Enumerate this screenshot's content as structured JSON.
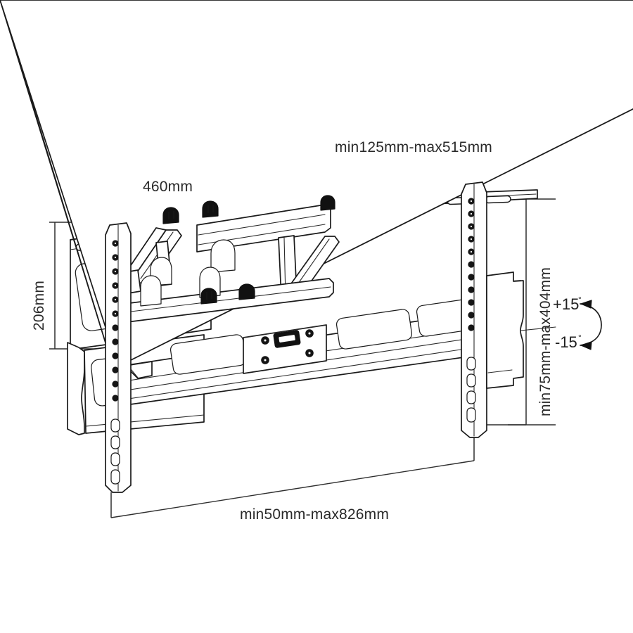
{
  "drawing": {
    "title": "TV Wall Mount Bracket Technical Drawing",
    "background_color": "#ffffff",
    "line_color": "#1a1a1a",
    "text_color": "#2a2a2a"
  },
  "dimensions": {
    "depth": {
      "label": "min125mm-max515mm",
      "name": "depth-extension-dimension"
    },
    "plate_width": {
      "label": "460mm",
      "name": "wall-plate-width-dimension"
    },
    "plate_height": {
      "label": "206mm",
      "name": "wall-plate-height-dimension"
    },
    "vesa_vertical": {
      "label": "min75mm-max404mm",
      "name": "vesa-vertical-range-dimension"
    },
    "vesa_horizontal": {
      "label": "min50mm-max826mm",
      "name": "vesa-horizontal-range-dimension"
    }
  },
  "tilt": {
    "up": "+15",
    "down": "-15",
    "degree_symbol": "°",
    "arrow_name": "tilt-range-arrow"
  },
  "parts": {
    "wall_plate": "wall-mounting-plate",
    "left_rail": "left-vertical-rail",
    "right_rail": "right-vertical-rail",
    "center_plate": "center-mounting-plate",
    "articulating_arm": "articulating-arm-assembly",
    "horizontal_beam": "horizontal-cross-beam",
    "pivot_bolts": "pivot-bolt",
    "cable_slot": "cable-management-slot"
  }
}
